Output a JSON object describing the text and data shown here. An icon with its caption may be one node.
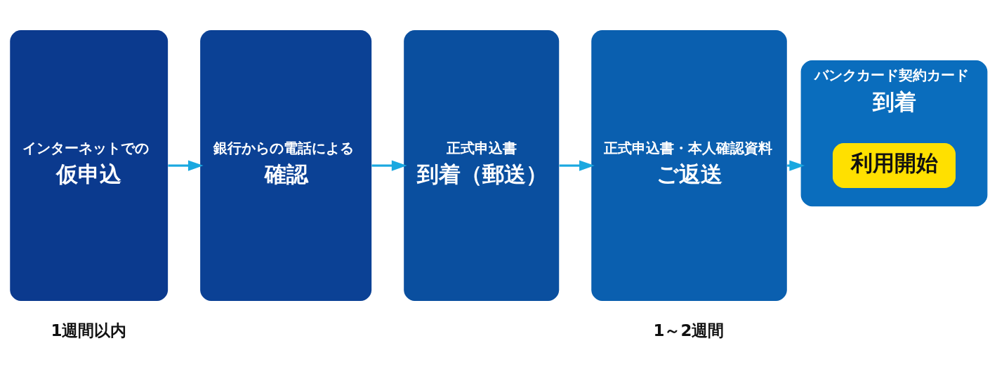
{
  "diagram": {
    "nodes": [
      {
        "text": [
          "インターネットでの",
          "仮申込"
        ]
      },
      {
        "text": [
          "銀行からの電話による",
          "確認"
        ]
      },
      {
        "text": [
          "正式申込書",
          "到着（郵送）"
        ]
      },
      {
        "text": [
          "正式申込書・本人確認資料",
          "ご返送"
        ]
      },
      {
        "text": [
          "バンクカード契約カード",
          "到着"
        ]
      },
      {
        "text": [
          "利用開始"
        ],
        "in": 4
      }
    ],
    "edges": [
      {
        "from": 0,
        "to": 1,
        "arrow": "to"
      },
      {
        "from": 1,
        "to": 2,
        "arrow": "to"
      },
      {
        "from": 2,
        "to": 3,
        "arrow": "to"
      },
      {
        "from": 3,
        "to": 4,
        "arrow": "to"
      }
    ],
    "labels": [
      "1週間以内",
      "1～2週間"
    ]
  }
}
